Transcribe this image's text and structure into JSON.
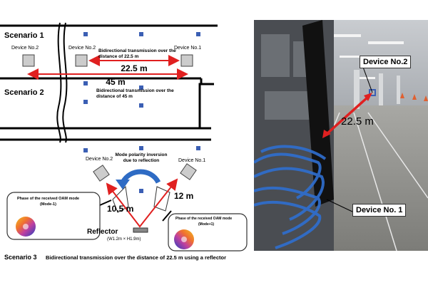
{
  "scenario1": {
    "title": "Scenario 1",
    "device_left": "Device No.2",
    "device_mid": "Device No.2",
    "device_right": "Device No.1",
    "note": "Bidirectional transmission over the distance of 22.5 m",
    "distance": "22.5 m"
  },
  "scenario2": {
    "title": "Scenario 2",
    "distance": "45 m",
    "note": "Bidirectional transmission over the distance of 45 m"
  },
  "scenario3": {
    "device_left": "Device No.2",
    "device_right": "Device No.1",
    "inversion_note": "Mode polarity inversion due to reflection",
    "dist_reflect": "10.5 m",
    "dist_height": "12 m",
    "phase_left_title": "Phase of the received OAM mode",
    "phase_left_mode": "(Mode-1)",
    "phase_right_title": "Phase of the received OAM mode",
    "phase_right_mode": "(Mode+1)",
    "reflector_label": "Reflector",
    "reflector_size": "(W1.2m × H1.9m)",
    "caption_label": "Scenario 3",
    "caption_text": "Bidirectional transmission over the distance of 22.5 m using a reflector"
  },
  "photo": {
    "device2_label": "Device No.2",
    "distance": "22.5 m",
    "device1_label": "Device No. 1"
  },
  "colors": {
    "arrow_red": "#e02020",
    "pillar_blue": "#3b5fb4",
    "curve_blue": "#2e6bc4",
    "cable_blue": "#2f6fd0"
  }
}
